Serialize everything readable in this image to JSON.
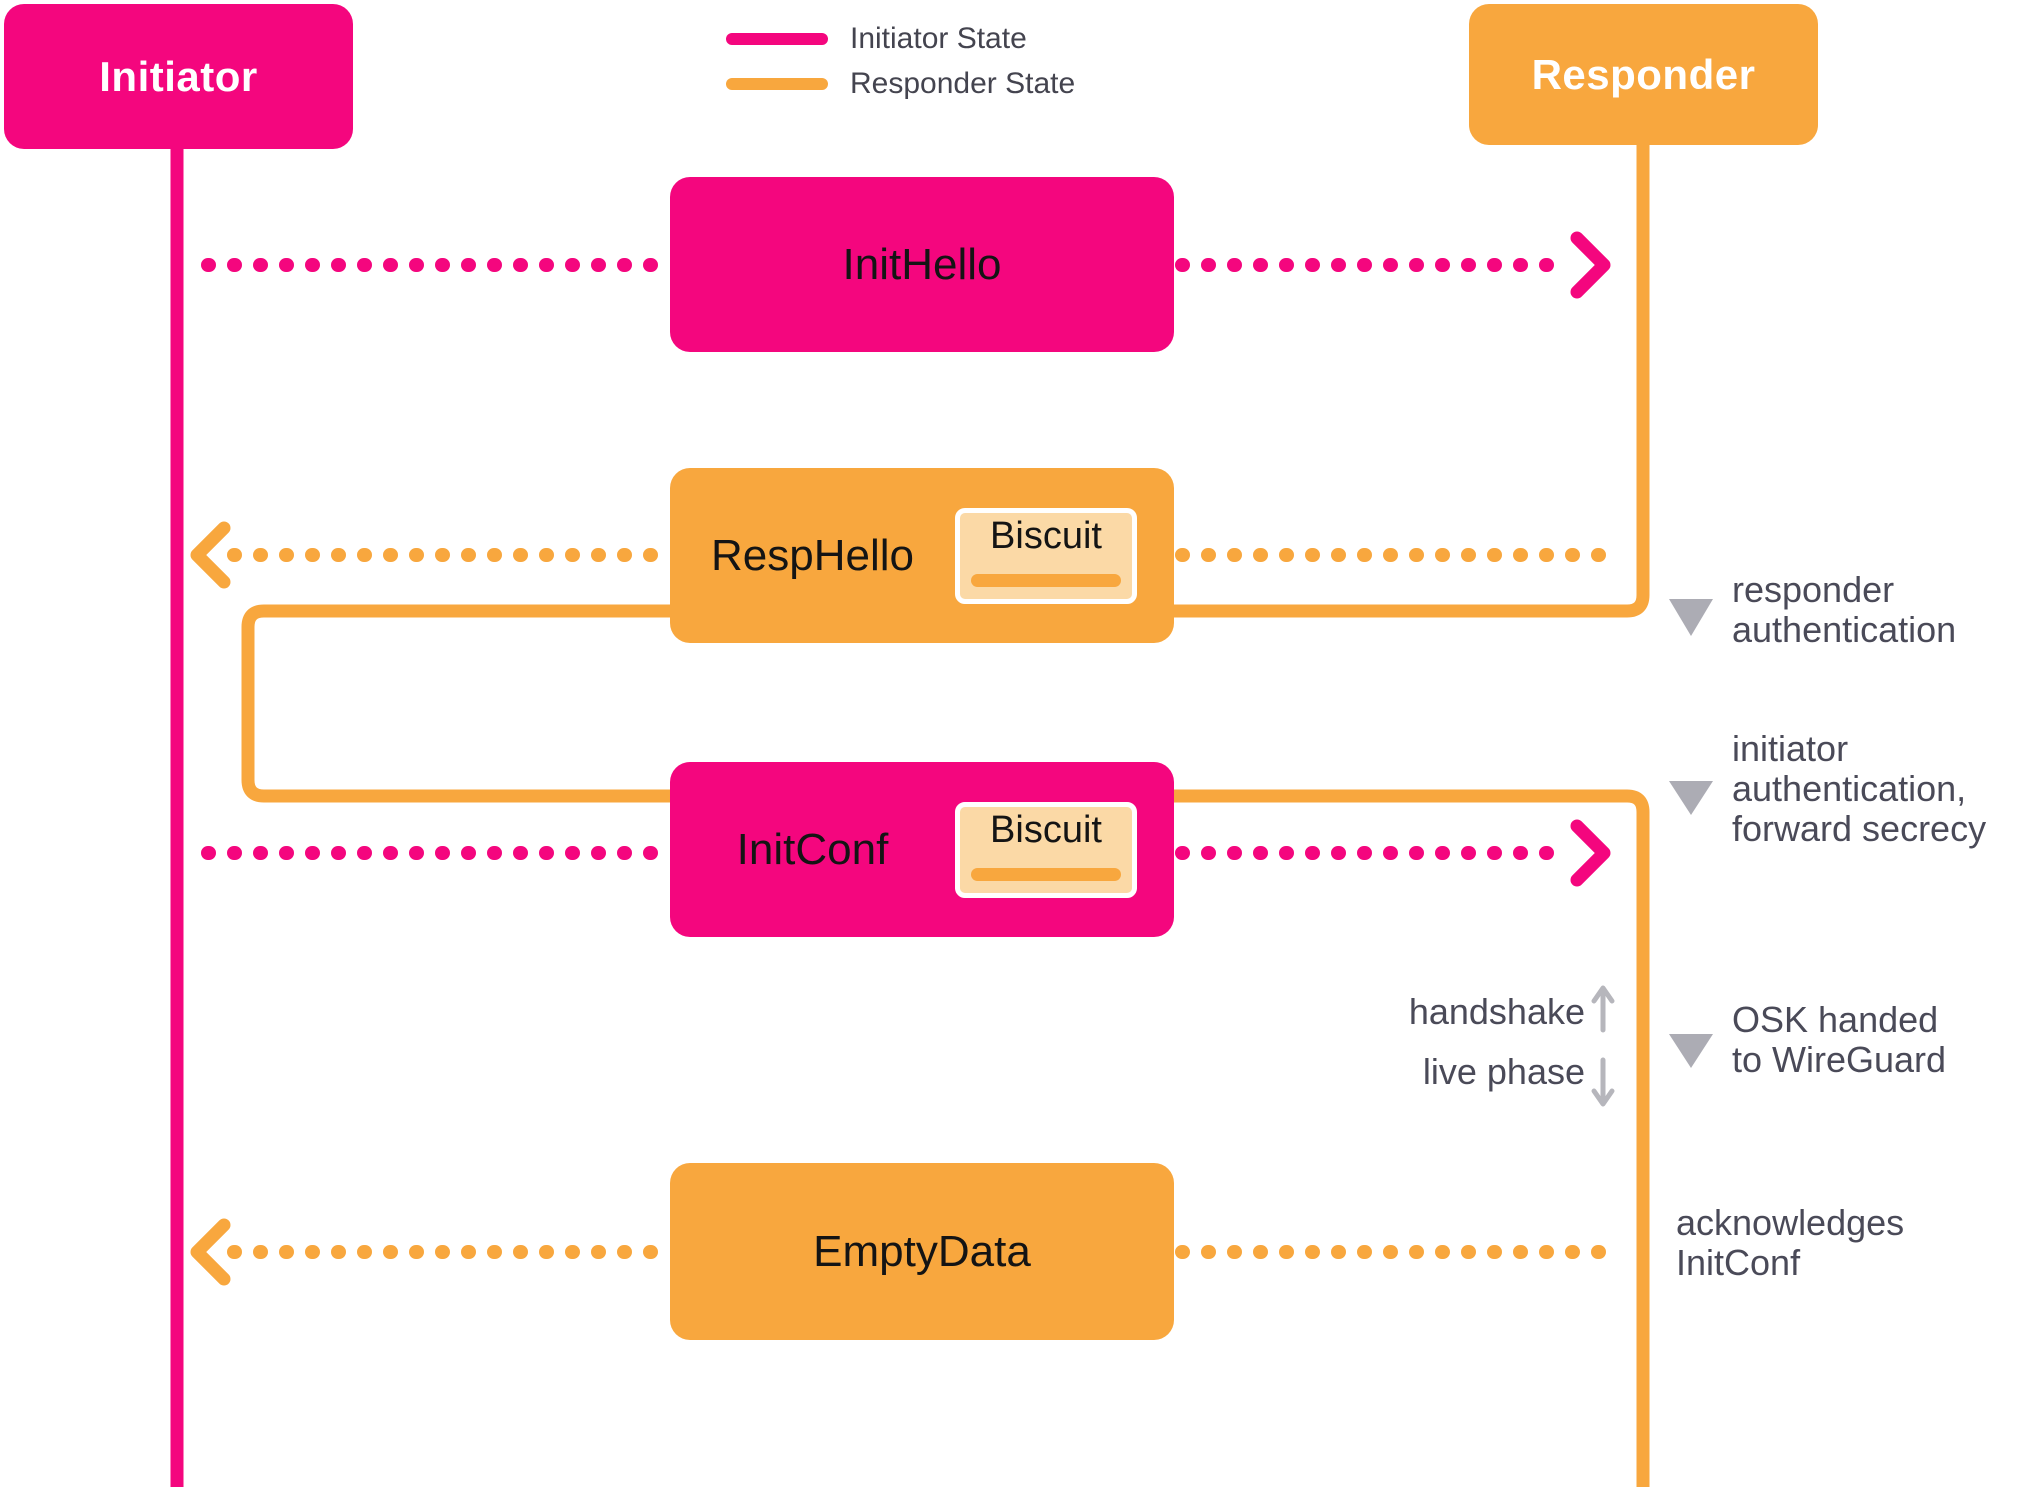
{
  "parties": {
    "initiator": {
      "label": "Initiator"
    },
    "responder": {
      "label": "Responder"
    }
  },
  "legend": {
    "items": [
      {
        "label": "Initiator State",
        "color": "#F4067E"
      },
      {
        "label": "Responder State",
        "color": "#F8A73E"
      }
    ]
  },
  "messages": [
    {
      "label": "InitHello",
      "direction": "initiator-to-responder",
      "state_color": "#F4067E",
      "biscuit": false
    },
    {
      "label": "RespHello",
      "direction": "responder-to-initiator",
      "state_color": "#F8A73E",
      "biscuit": true,
      "biscuit_label": "Biscuit"
    },
    {
      "label": "InitConf",
      "direction": "initiator-to-responder",
      "state_color": "#F4067E",
      "biscuit": true,
      "biscuit_label": "Biscuit"
    },
    {
      "label": "EmptyData",
      "direction": "responder-to-initiator",
      "state_color": "#F8A73E",
      "biscuit": false
    }
  ],
  "annotations": [
    {
      "lines": [
        "responder",
        "authentication"
      ],
      "marker": "down-triangle"
    },
    {
      "lines": [
        "initiator",
        "authentication,",
        "forward secrecy"
      ],
      "marker": "down-triangle"
    },
    {
      "lines": [
        "OSK handed",
        "to WireGuard"
      ],
      "marker": "down-triangle"
    },
    {
      "lines": [
        "acknowledges",
        "InitConf"
      ],
      "marker": "none"
    }
  ],
  "phase": {
    "handshake_label": "handshake",
    "handshake_arrow": "up-arrow",
    "live_phase_label": "live phase",
    "live_phase_arrow": "down-arrow"
  },
  "colors": {
    "pink": "#F4067E",
    "orange": "#F8A73E",
    "biscuit-fill": "#FBD9A6",
    "box-text": "#141414",
    "gray-text": "#4A4A58",
    "legend-text": "#44444F",
    "gray-triangle": "#ACACB4",
    "gray-arrow": "#B6B6BC",
    "white": "#FFFFFF"
  }
}
